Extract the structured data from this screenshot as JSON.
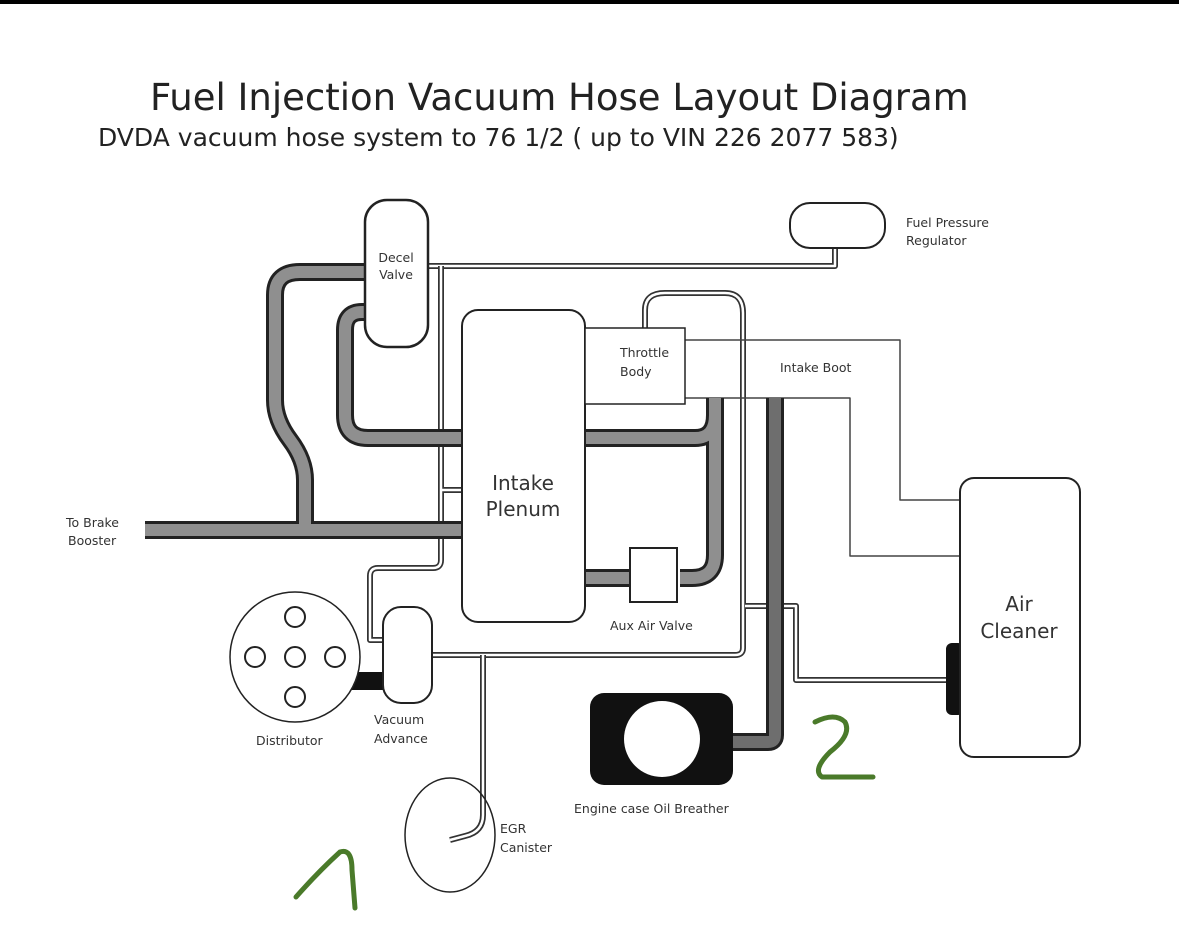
{
  "title": "Fuel Injection Vacuum Hose Layout Diagram",
  "subtitle": "DVDA vacuum hose system to 76 1/2 ( up to VIN 226 2077 583)",
  "labels": {
    "decel_valve": [
      "Decel",
      "Valve"
    ],
    "fuel_pressure_regulator": [
      "Fuel Pressure",
      "Regulator"
    ],
    "throttle_body": [
      "Throttle",
      "Body"
    ],
    "intake_boot": "Intake Boot",
    "intake_plenum": [
      "Intake",
      "Plenum"
    ],
    "brake_booster": [
      "To Brake",
      "Booster"
    ],
    "aux_air_valve": "Aux Air Valve",
    "air_cleaner": [
      "Air",
      "Cleaner"
    ],
    "distributor": "Distributor",
    "vacuum_advance": [
      "Vacuum",
      "Advance"
    ],
    "oil_breather": "Engine case Oil Breather",
    "egr_canister": [
      "EGR",
      "Canister"
    ]
  },
  "annotations": [
    "1",
    "2"
  ],
  "colors": {
    "hose_thick": "#8f8f8f",
    "hose_dark": "#6e6e6e",
    "annotation": "#4a7a2a"
  }
}
